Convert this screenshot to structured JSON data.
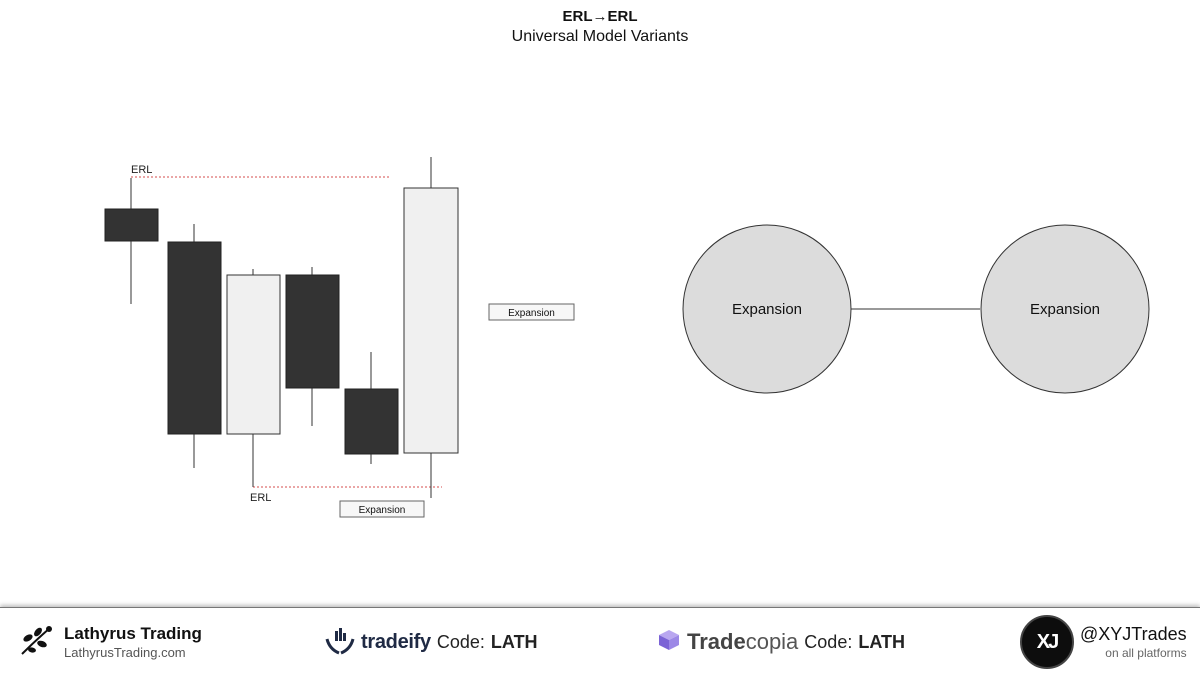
{
  "header": {
    "title": "ERL→ERL",
    "subtitle": "Universal Model Variants"
  },
  "candles": {
    "label_top": "ERL",
    "label_bottom": "ERL",
    "tag_middle": "Expansion",
    "tag_bottom": "Expansion",
    "colors": {
      "bear": "#333333",
      "bull": "#f0f0f0",
      "level_line": "#d44c4c",
      "wick": "#333333"
    }
  },
  "flow": {
    "left_node": "Expansion",
    "right_node": "Expansion",
    "colors": {
      "node_fill": "#dcdcdc",
      "node_stroke": "#333333"
    }
  },
  "footer": {
    "lathyrus": {
      "name": "Lathyrus Trading",
      "url": "LathyrusTrading.com",
      "icon": "lathyrus-flower-icon"
    },
    "tradeify": {
      "brand": "tradeify",
      "code_label": "Code:",
      "code": "LATH",
      "icon": "tradeify-hands-icon"
    },
    "tradecopia": {
      "brand_a": "Trade",
      "brand_b": "copia",
      "code_label": "Code:",
      "code": "LATH",
      "icon": "tradecopia-cube-icon"
    },
    "xyj": {
      "logo": "XJ",
      "handle": "@XYJTrades",
      "sub": "on all platforms"
    }
  }
}
